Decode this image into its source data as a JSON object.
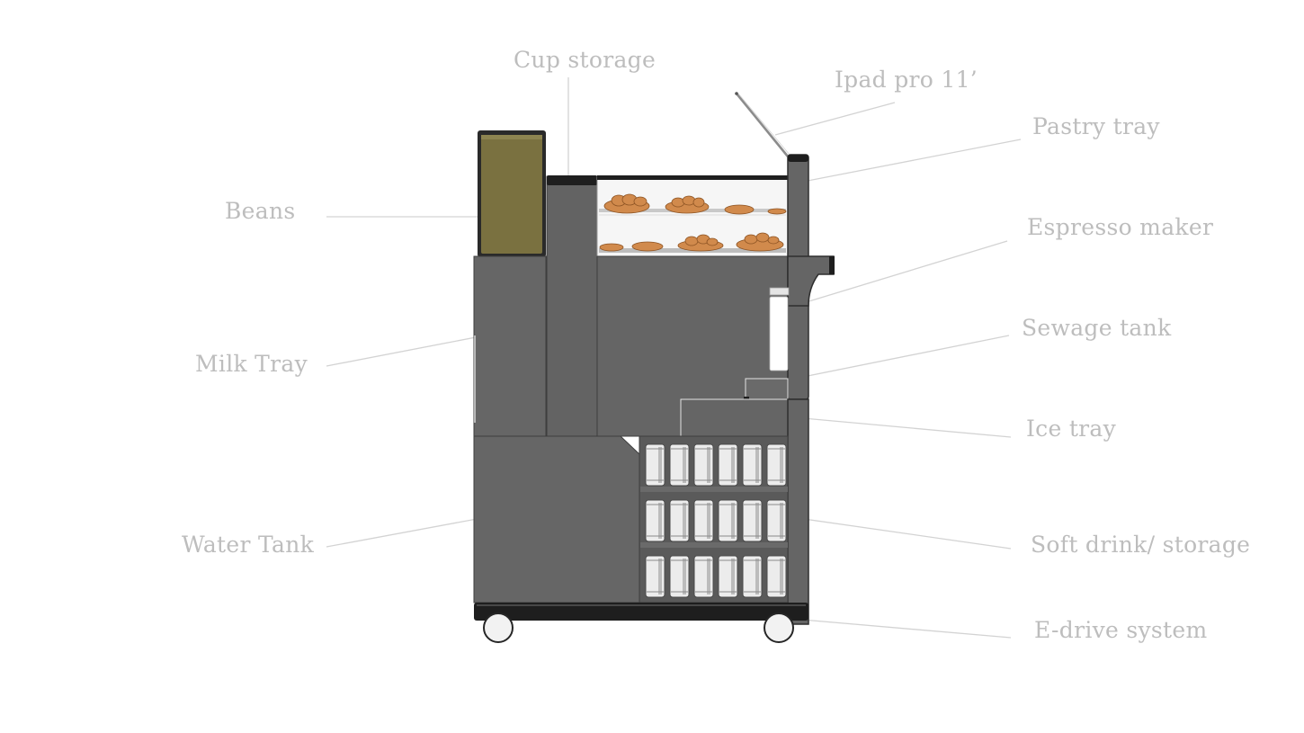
{
  "labels": {
    "cup_storage": "Cup storage",
    "ipad": "Ipad pro 11’",
    "pastry_tray": "Pastry tray",
    "beans": "Beans",
    "espresso_maker": "Espresso maker",
    "milk_tray": "Milk Tray",
    "sewage_tank": "Sewage tank",
    "ice_tray": "Ice tray",
    "water_tank": "Water Tank",
    "soft_drink": "Soft drink/ storage",
    "e_drive": "E-drive system"
  },
  "colors": {
    "label": "#bdbdbd",
    "leader_line": "#d0d0d0",
    "cart_body": "#676767",
    "cart_dark": "#1e1e1e",
    "beans_box": "#7a7140",
    "pastry": "#d18a4c",
    "can": "#e9e9e9"
  }
}
